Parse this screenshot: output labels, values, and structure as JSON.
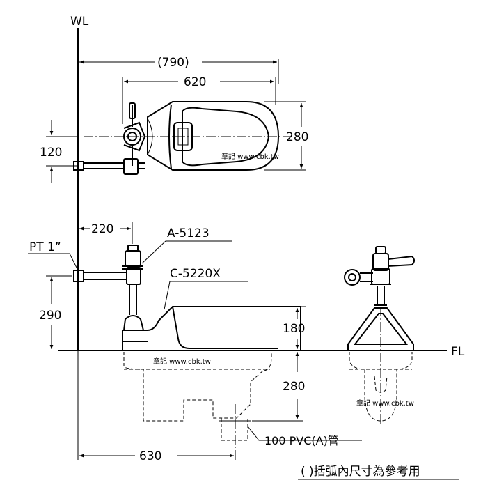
{
  "labels": {
    "wall": "WL",
    "floor": "FL",
    "pipe_thread": "PT 1”",
    "valve_model": "A-5123",
    "bowl_model": "C-5220X",
    "drain_pipe": "100 PVC(A)管",
    "note": "( )括弧內尺寸為參考用",
    "watermark": "章記 www.cbk.tw"
  },
  "dimensions": {
    "overall_length": "(790)",
    "bowl_length": "620",
    "bowl_width": "280",
    "pipe_offset_top": "120",
    "wall_to_valve": "220",
    "pipe_height": "290",
    "bowl_height": "180",
    "pit_depth": "280",
    "drain_distance": "630"
  }
}
